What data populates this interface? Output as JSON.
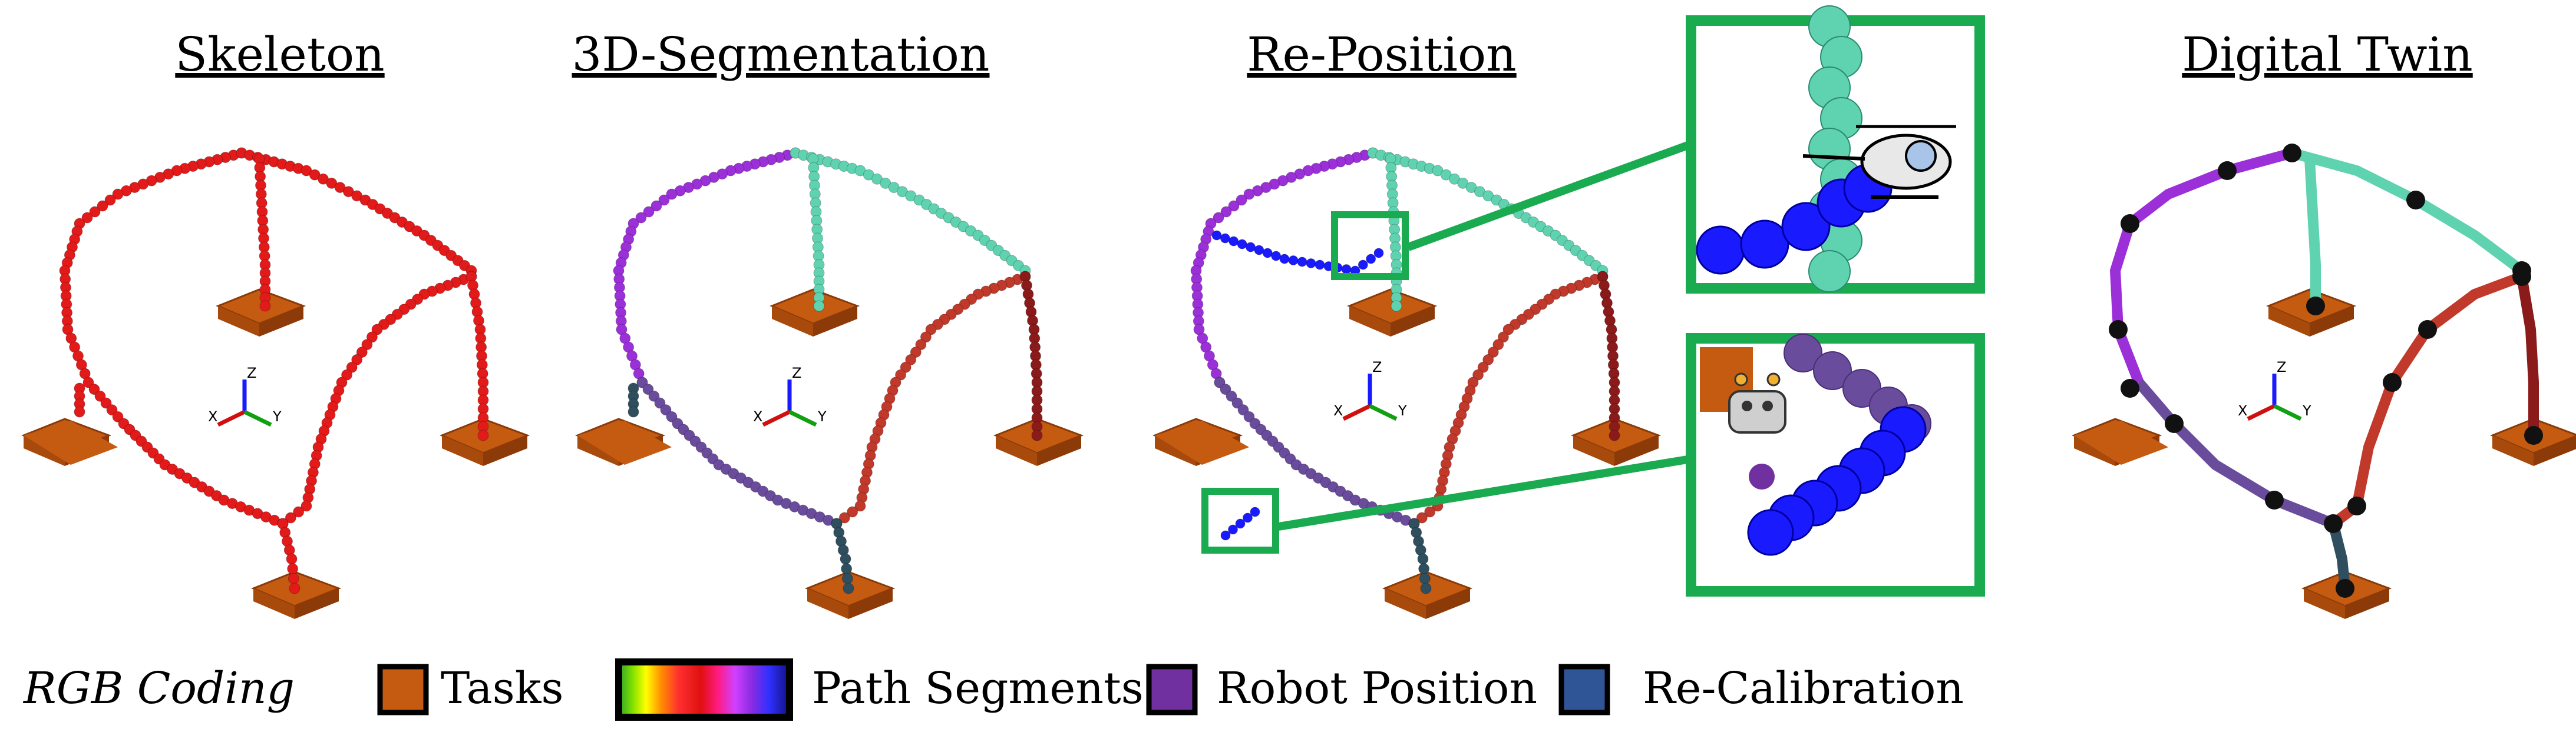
{
  "panels": {
    "skeleton": {
      "title": "Skeleton"
    },
    "segmentation": {
      "title": "3D-Segmentation"
    },
    "reposition": {
      "title": "Re-Position"
    },
    "digital_twin": {
      "title": "Digital Twin"
    }
  },
  "axis_labels": {
    "x": "X",
    "y": "Y",
    "z": "Z"
  },
  "legend": {
    "title": "RGB Coding",
    "items": [
      {
        "label": "Tasks",
        "color": "#c55a11"
      },
      {
        "label": "Path Segments",
        "color": "gradient"
      },
      {
        "label": "Robot Position",
        "color": "#7030a0"
      },
      {
        "label": "Re-Calibration",
        "color": "#2f5597"
      }
    ]
  },
  "colors": {
    "task": "#c55a11",
    "skeleton_path": "#e31a1a",
    "segment_purple": "#9b30d9",
    "segment_teal": "#5fd3b0",
    "segment_red": "#c0392b",
    "segment_darkred": "#8b1a1a",
    "segment_violet": "#6a4c9c",
    "segment_slate": "#2f4f5f",
    "reposition_blue": "#1a1aff",
    "highlight_green": "#1aaa50"
  }
}
